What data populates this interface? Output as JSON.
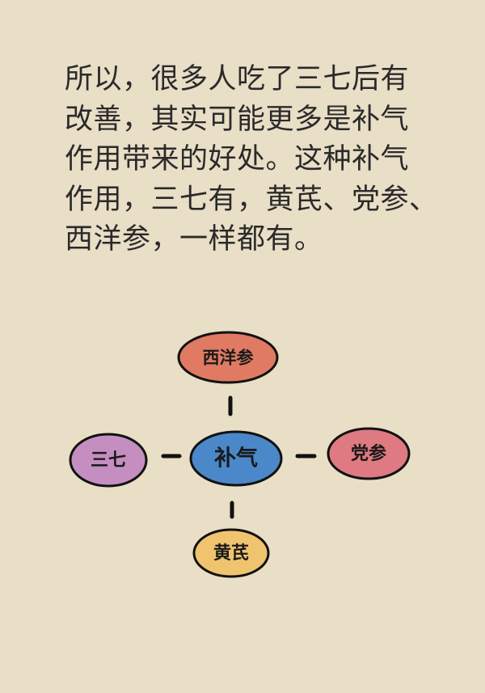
{
  "paragraph_lines": [
    "所以，很多人吃了三七后有",
    "改善，其实可能更多是补气",
    "作用带来的好处。这种补气",
    "作用，三七有，黄芪、党参、",
    "西洋参，一样都有。"
  ],
  "diagram": {
    "center": {
      "label": "补气",
      "color": "#4a88c9"
    },
    "top": {
      "label": "西洋参",
      "color": "#e07a62"
    },
    "left": {
      "label": "三七",
      "color": "#c48fc0"
    },
    "right": {
      "label": "党参",
      "color": "#df7a82"
    },
    "bottom": {
      "label": "黄芪",
      "color": "#f0c46e"
    }
  }
}
